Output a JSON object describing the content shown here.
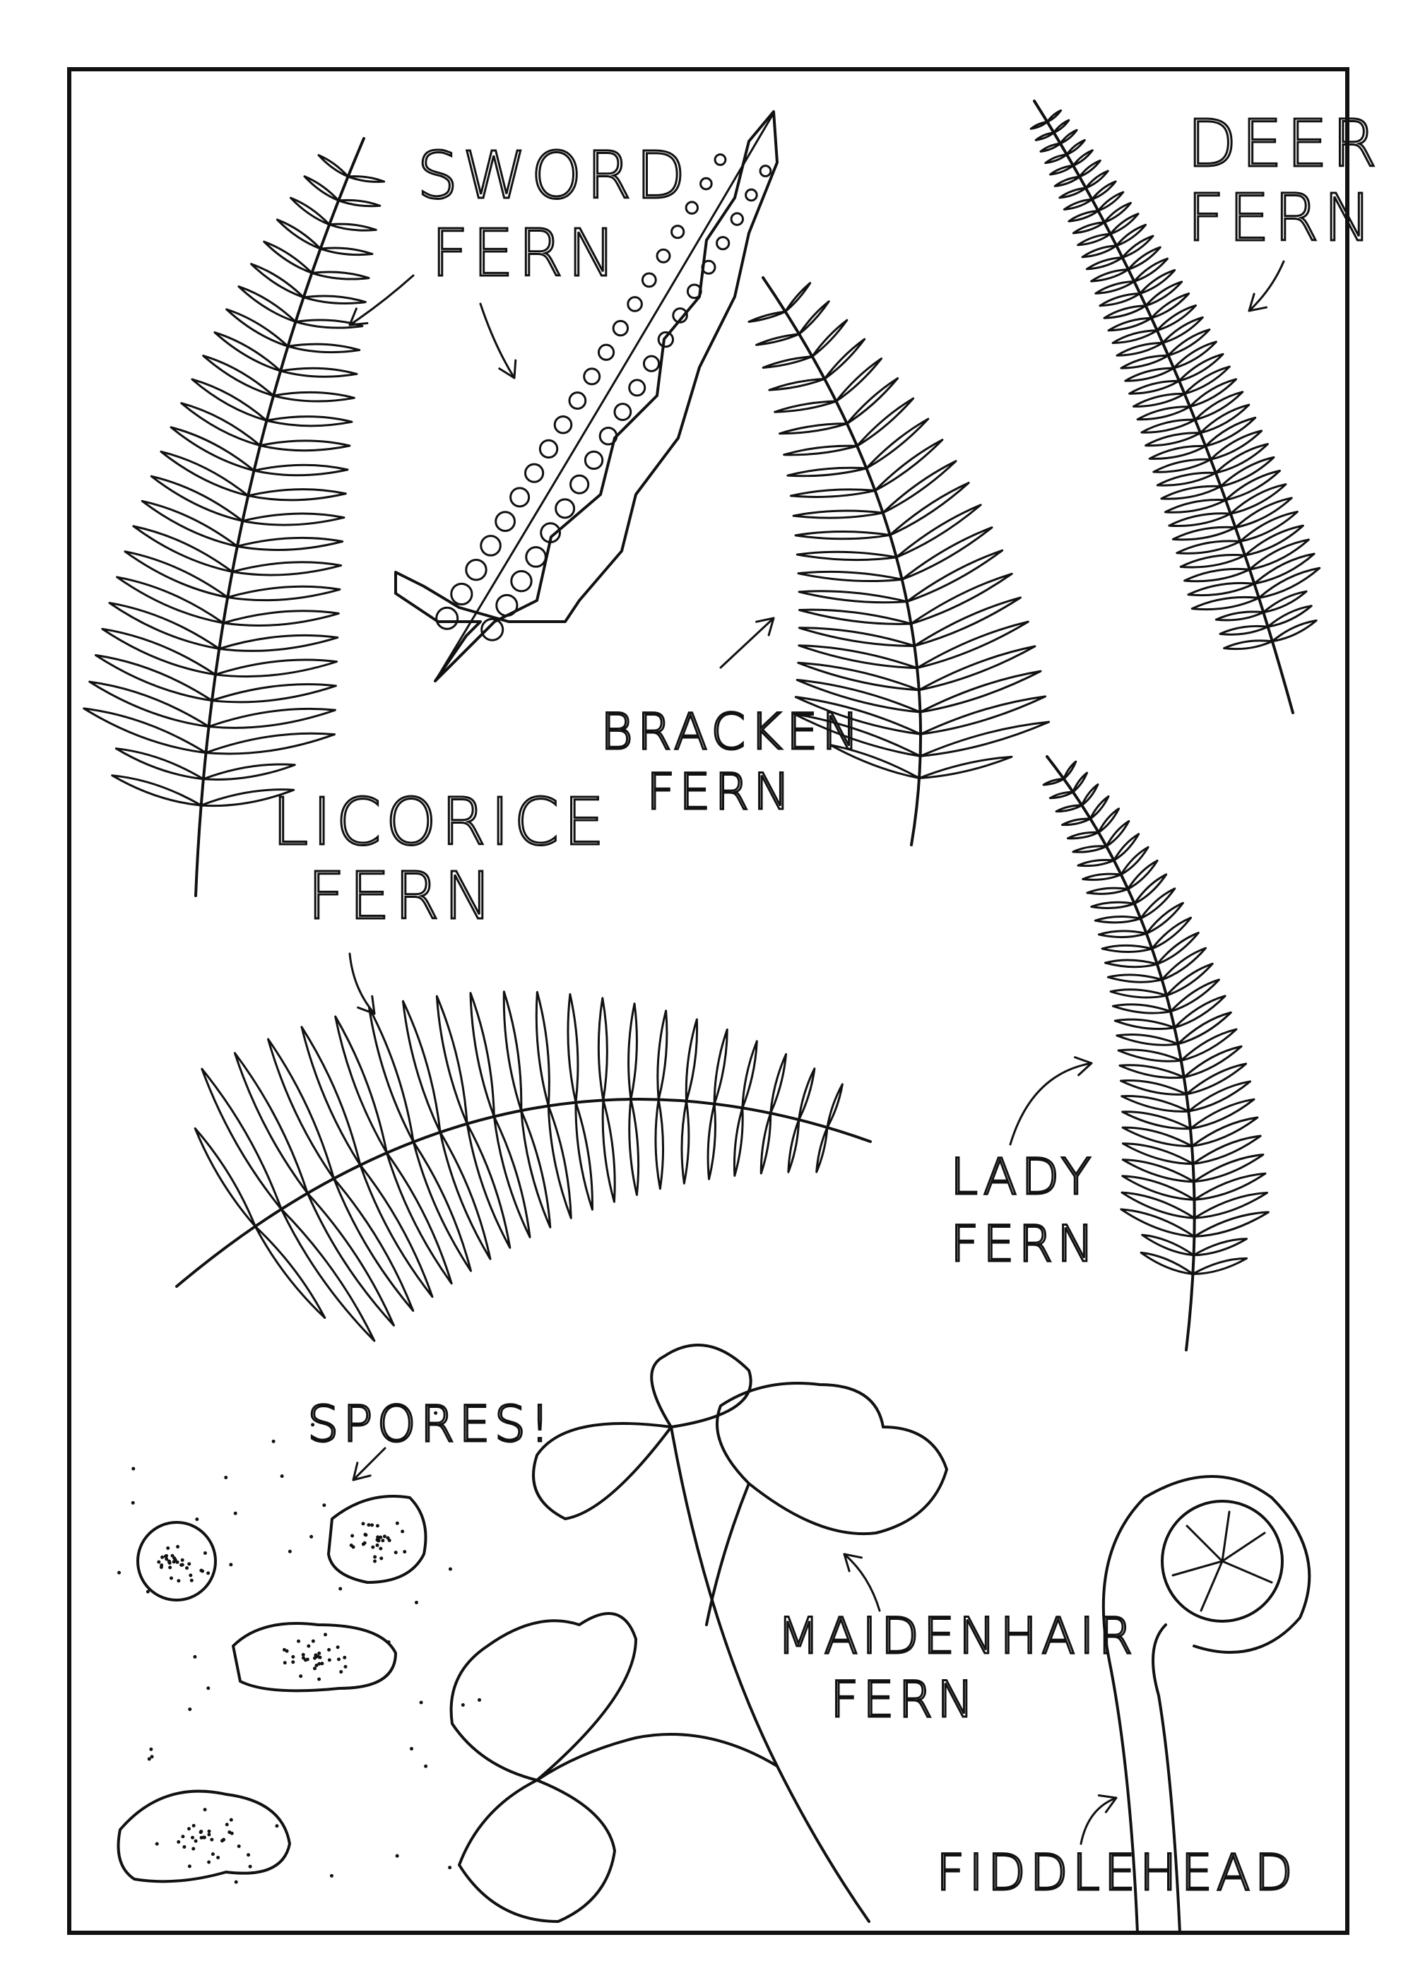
{
  "labels": {
    "sword": [
      "SWORD",
      "FERN"
    ],
    "deer": [
      "DEER",
      "FERN"
    ],
    "bracken": [
      "BRACKEN",
      "FERN"
    ],
    "licorice": [
      "LICORICE",
      "FERN"
    ],
    "lady": [
      "LADY",
      "FERN"
    ],
    "spores": "SPORES!",
    "maidenhair": [
      "MAIDENHAIR",
      "FERN"
    ],
    "fiddlehead": "FIDDLEHEAD"
  },
  "ink_color": "#111111",
  "paper_color": "#ffffff"
}
